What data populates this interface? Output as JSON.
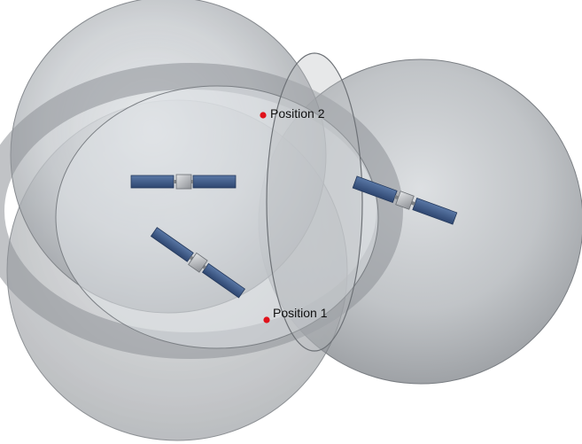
{
  "labels": {
    "position_1": "Position 1",
    "position_2": "Position 2"
  },
  "colors": {
    "sphere_fill": "#9a9ea3",
    "sphere_highlight": "#e6e9ec",
    "sphere_edge": "#6e7277",
    "position_dot": "#e0121b",
    "solar_panel": "#3d5a86",
    "satellite_body": "#b9bcc0"
  },
  "satellites": [
    {
      "name": "satellite-upper-left"
    },
    {
      "name": "satellite-lower-left"
    },
    {
      "name": "satellite-right"
    }
  ]
}
